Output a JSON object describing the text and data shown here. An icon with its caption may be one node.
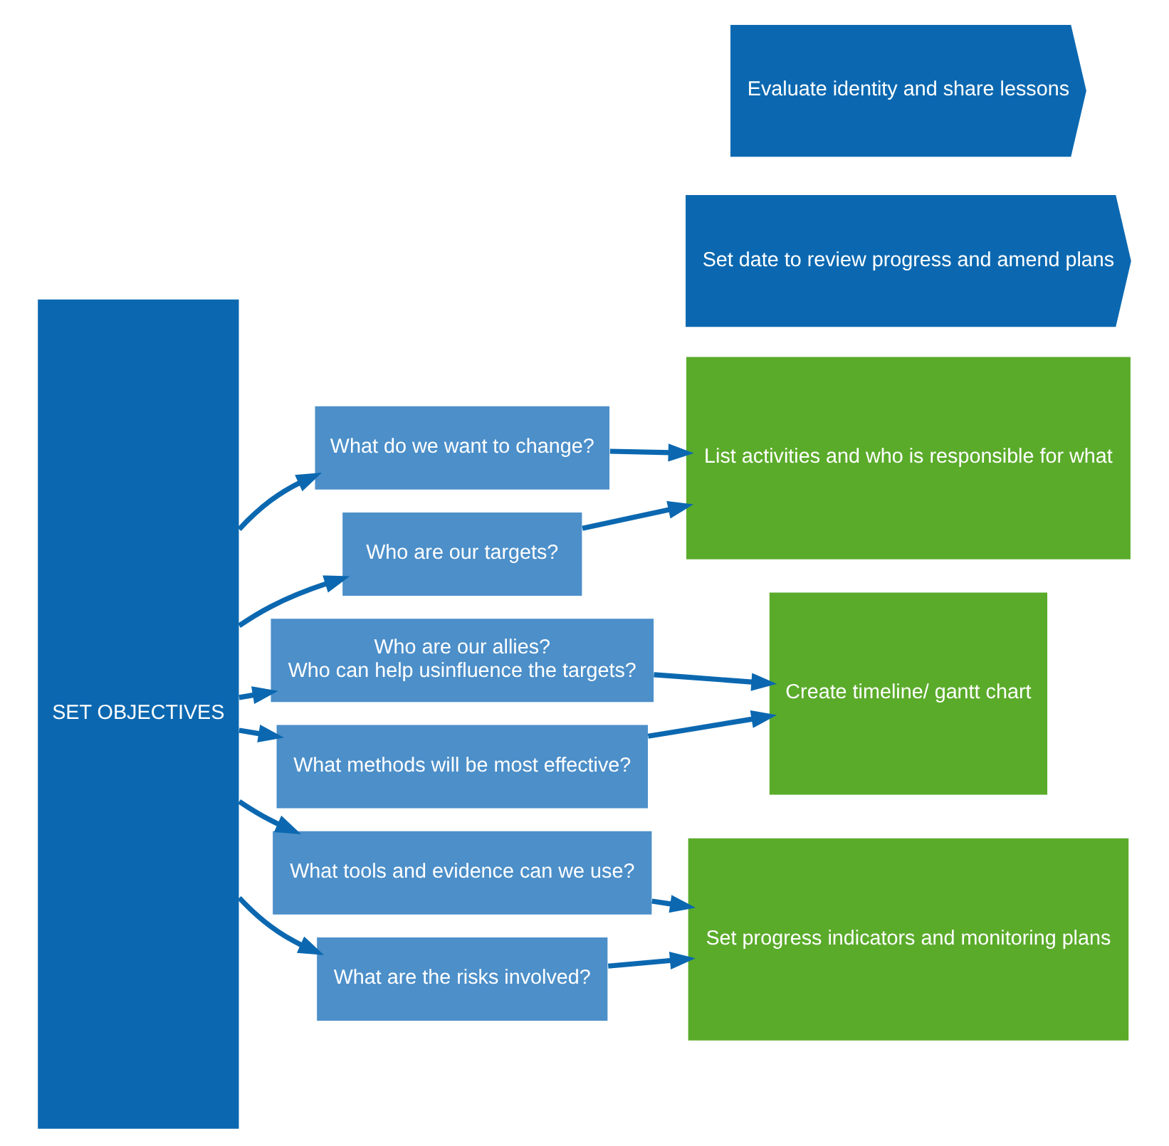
{
  "diagram": {
    "nodes": [
      {
        "text": [
          "SET OBJECTIVES"
        ]
      },
      {
        "text": [
          "What do we want to change?"
        ]
      },
      {
        "text": [
          "Who are our targets?"
        ]
      },
      {
        "text": [
          "Who are our allies?",
          "Who can help usinfluence the targets?"
        ]
      },
      {
        "text": [
          "What methods will be most effective?"
        ]
      },
      {
        "text": [
          "What tools and evidence can we use?"
        ]
      },
      {
        "text": [
          "What are the risks involved?"
        ]
      },
      {
        "text": [
          "List activities and who is responsible for what"
        ]
      },
      {
        "text": [
          "Create timeline/ gantt chart"
        ]
      },
      {
        "text": [
          "Set progress indicators and monitoring plans"
        ]
      },
      {
        "text": [
          "Set date to review progress and amend plans"
        ]
      },
      {
        "text": [
          "Evaluate identity and share lessons"
        ]
      }
    ],
    "edges": [
      {
        "from": 0,
        "to": 1,
        "arrow": "to"
      },
      {
        "from": 0,
        "to": 2,
        "arrow": "to"
      },
      {
        "from": 0,
        "to": 3,
        "arrow": "to"
      },
      {
        "from": 0,
        "to": 4,
        "arrow": "to"
      },
      {
        "from": 0,
        "to": 5,
        "arrow": "to"
      },
      {
        "from": 0,
        "to": 6,
        "arrow": "to"
      },
      {
        "from": 1,
        "to": 7,
        "arrow": "to"
      },
      {
        "from": 2,
        "to": 7,
        "arrow": "to"
      },
      {
        "from": 3,
        "to": 8,
        "arrow": "to"
      },
      {
        "from": 4,
        "to": 8,
        "arrow": "to"
      },
      {
        "from": 5,
        "to": 9,
        "arrow": "to"
      },
      {
        "from": 6,
        "to": 9,
        "arrow": "to"
      }
    ]
  }
}
